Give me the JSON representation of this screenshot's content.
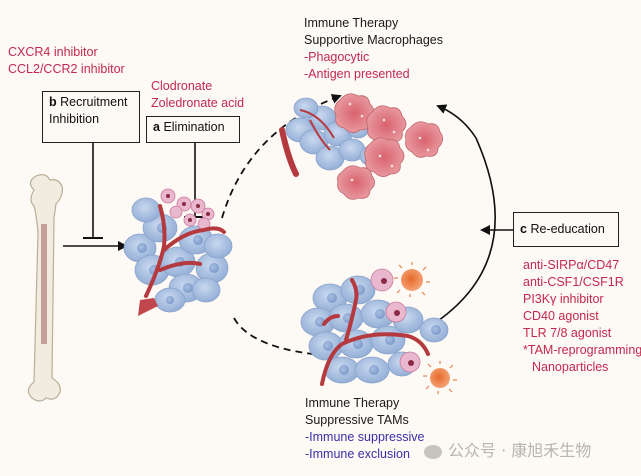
{
  "recruitment": {
    "drugs": [
      "CXCR4 inhibitor",
      "CCL2/CCR2 inhibitor"
    ],
    "label_letter": "b",
    "label_line1": "Recruitment",
    "label_line2": "Inhibition"
  },
  "elimination": {
    "drugs": [
      "Clodronate",
      "Zoledronate acid"
    ],
    "label_letter": "a",
    "label_text": "Elimination"
  },
  "supportive": {
    "title_line1": "Immune Therapy",
    "title_line2": "Supportive Macrophages",
    "features": [
      "-Phagocytic",
      "-Antigen presented"
    ]
  },
  "reeducation": {
    "label_letter": "c",
    "label_text": "Re-education",
    "drugs": [
      "anti-SIRPα/CD47",
      "anti-CSF1/CSF1R",
      "PI3Kγ inhibitor",
      "CD40 agonist",
      "TLR 7/8 agonist",
      "*TAM-reprogramming",
      "Nanoparticles"
    ]
  },
  "suppressive": {
    "title_line1": "Immune Therapy",
    "title_line2": "Suppressive TAMs",
    "features": [
      "-Immune suppressive",
      "-Immune exclusion"
    ]
  },
  "watermark": {
    "text": "公众号 · 康旭禾生物",
    "icon": "wechat-icon"
  },
  "colors": {
    "drug_text": "#c4294f",
    "suppressive_text": "#3a2fa8",
    "tumor_cell": "#a9c0e0",
    "vessel": "#b53a3f",
    "m1_macrophage": "#e2848c",
    "monocyte": "#e9b8cf",
    "tcell": "#ec8a4d"
  }
}
